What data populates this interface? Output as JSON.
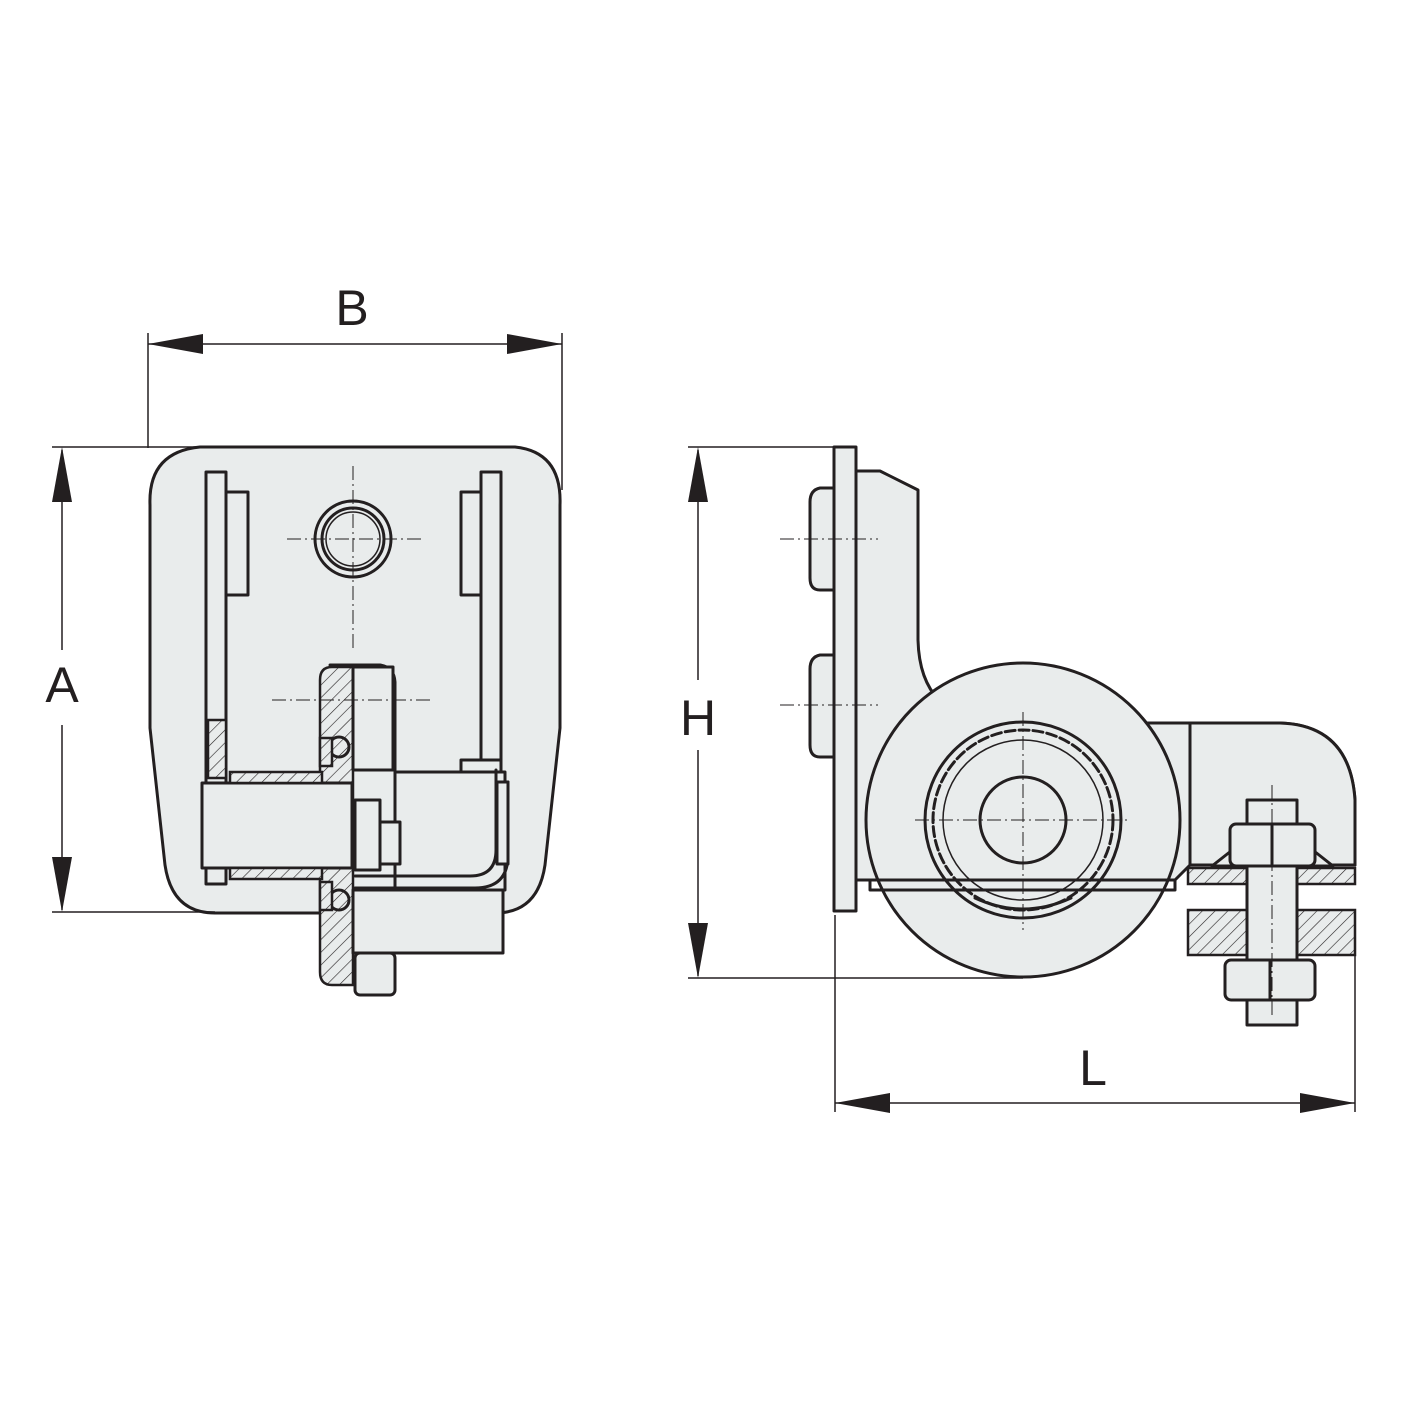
{
  "dimensions": {
    "width_label": "B",
    "height_front_label": "A",
    "height_side_label": "H",
    "length_label": "L"
  },
  "colors": {
    "line": "#231f20",
    "part_fill": "#e9ecec",
    "background": "#ffffff"
  }
}
